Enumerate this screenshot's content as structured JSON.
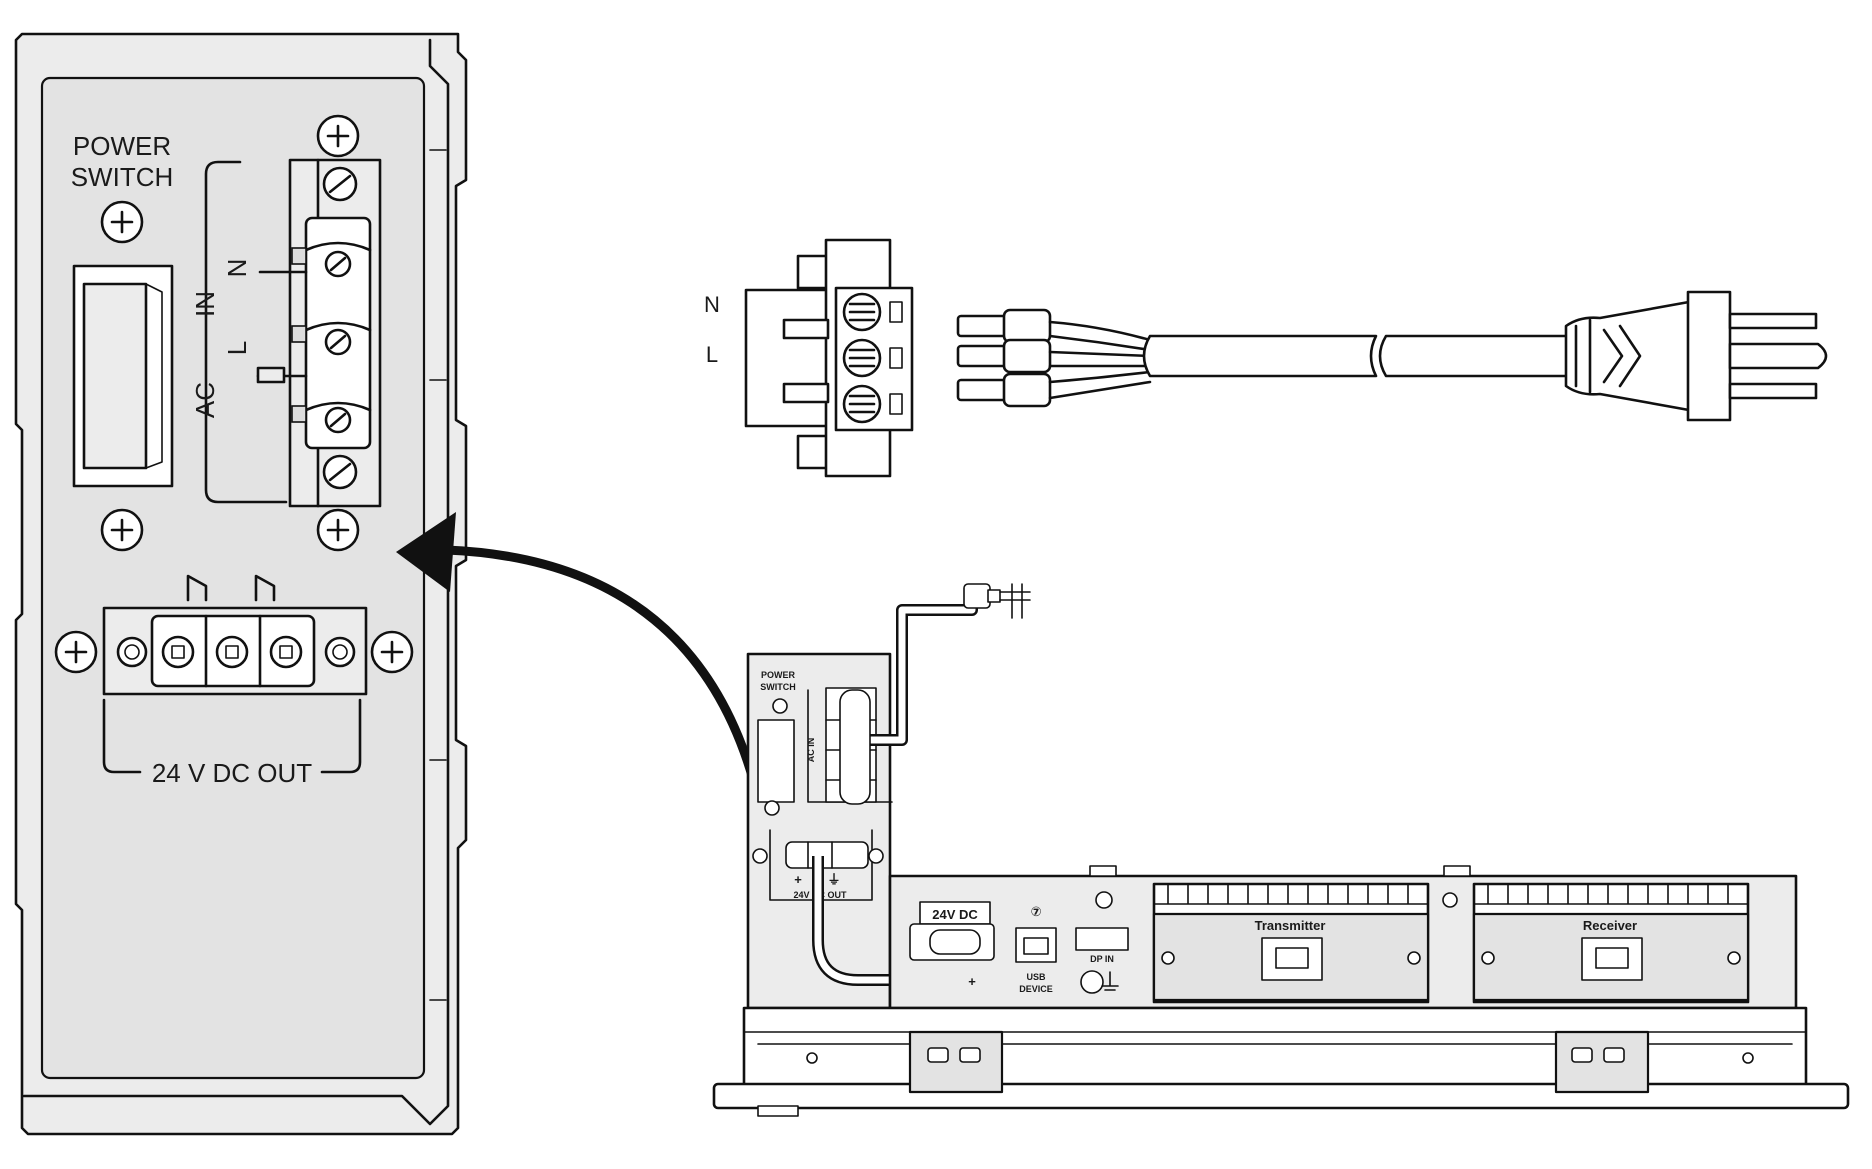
{
  "detail_panel": {
    "power_switch_line1": "POWER",
    "power_switch_line2": "SWITCH",
    "ac_label": "AC",
    "in_label": "IN",
    "l_label": "L",
    "n_label": "N",
    "dc_out_label": "24 V DC OUT"
  },
  "power_cord": {
    "n_label": "N",
    "l_label": "L"
  },
  "device": {
    "power_switch_line1": "POWER",
    "power_switch_line2": "SWITCH",
    "ac_in_label": "AC  IN",
    "dc_out_label": "24V DC OUT",
    "plus_label": "+",
    "ground_label": "⏚",
    "dc_in_label": "24V DC",
    "dc_in_plus": "+",
    "port_number": "⑦",
    "usb_label_1": "USB",
    "usb_label_2": "DEVICE",
    "dp_label": "DP IN",
    "transmitter_label": "Transmitter",
    "receiver_label": "Receiver"
  },
  "colors": {
    "line": "#111111",
    "panel_fill": "#ececec",
    "background": "#ffffff"
  }
}
